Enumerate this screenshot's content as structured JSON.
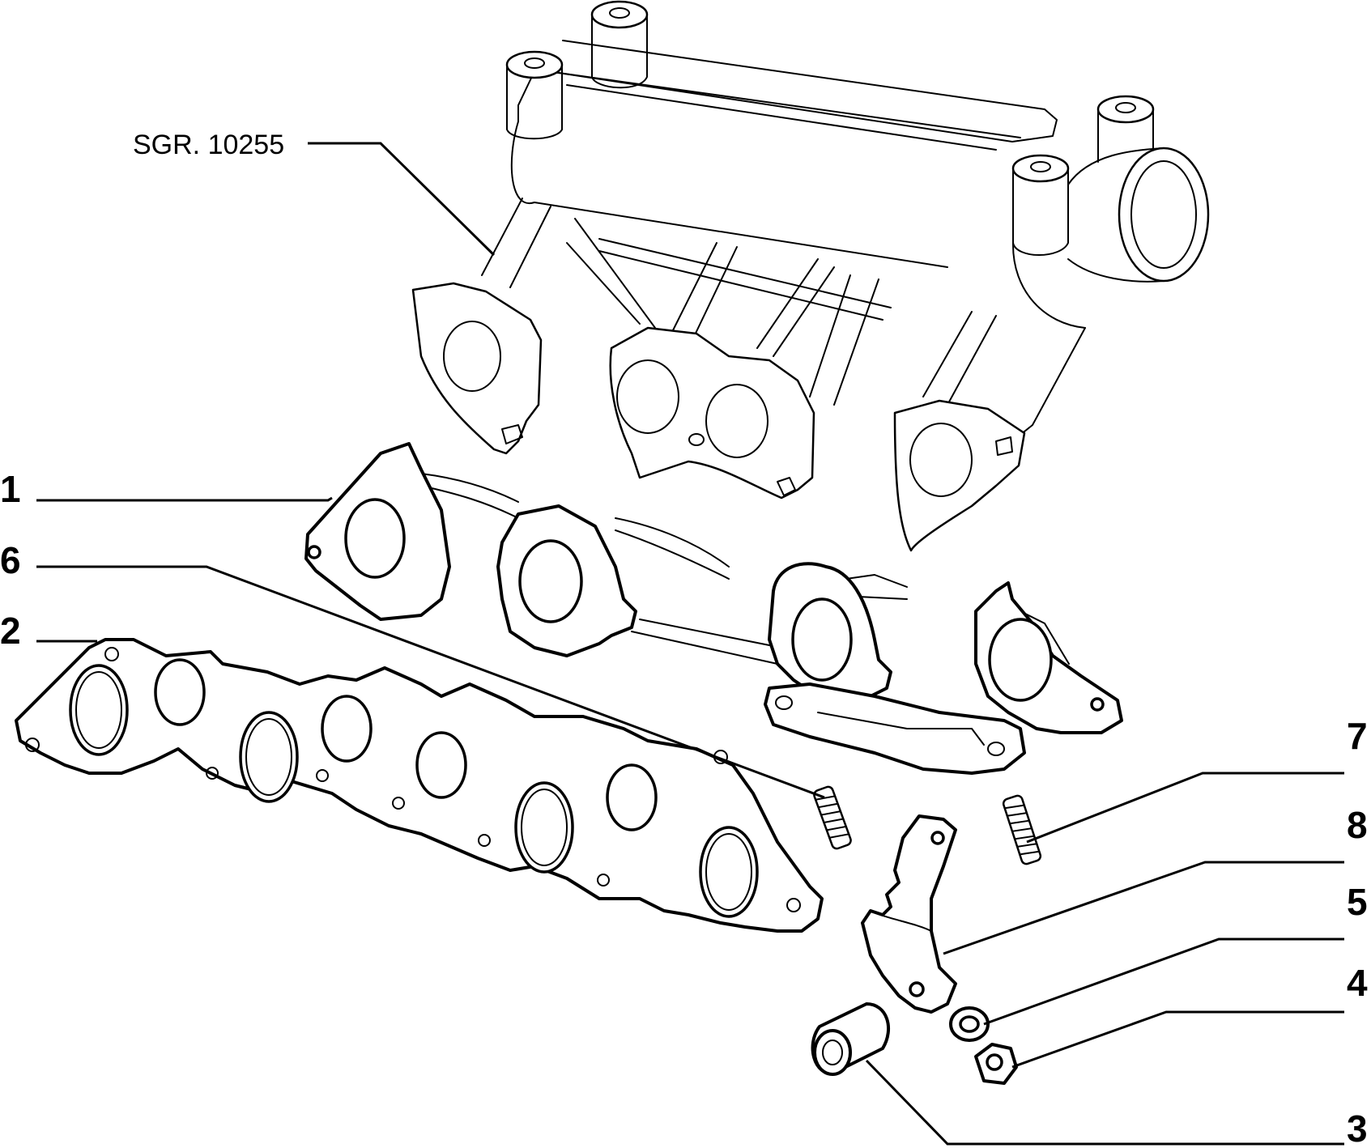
{
  "reference_label": "SGR. 10255",
  "callouts": [
    "1",
    "6",
    "2",
    "7",
    "8",
    "5",
    "4",
    "3"
  ]
}
